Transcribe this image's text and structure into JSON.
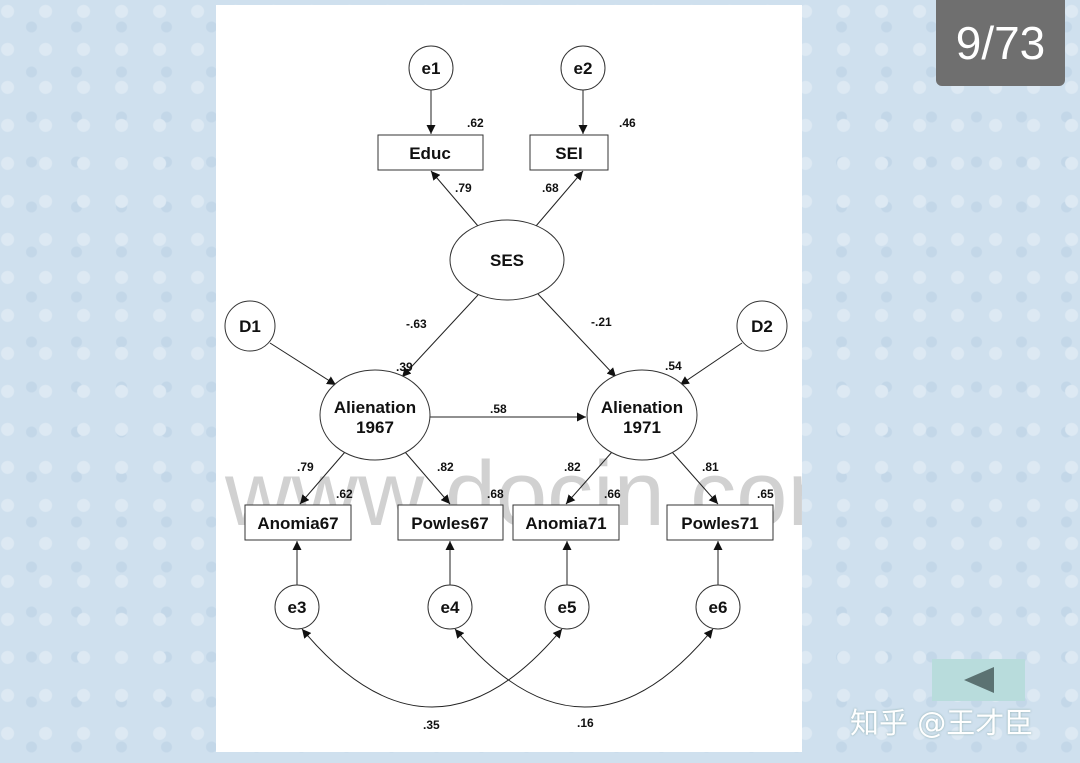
{
  "viewer": {
    "page_counter": "9/73",
    "credit": "知乎 @王才臣",
    "prev_icon": "triangle-left-icon"
  },
  "diagram": {
    "watermark": "www.docin.com",
    "errors": {
      "e1": "e1",
      "e2": "e2",
      "e3": "e3",
      "e4": "e4",
      "e5": "e5",
      "e6": "e6",
      "d1": "D1",
      "d2": "D2"
    },
    "observed": {
      "educ": "Educ",
      "sei": "SEI",
      "anomia67": "Anomia67",
      "powles67": "Powles67",
      "anomia71": "Anomia71",
      "powles71": "Powles71"
    },
    "latent": {
      "ses": "SES",
      "alien67_l1": "Alienation",
      "alien67_l2": "1967",
      "alien71_l1": "Alienation",
      "alien71_l2": "1971"
    },
    "r2": {
      "educ": ".62",
      "sei": ".46",
      "alien67": ".39",
      "alien71": ".54",
      "anomia67": ".62",
      "powles67": ".68",
      "anomia71": ".66",
      "powles71": ".65"
    },
    "paths": {
      "ses_educ": ".79",
      "ses_sei": ".68",
      "ses_alien67": "-.63",
      "ses_alien71": "-.21",
      "alien67_alien71": ".58",
      "alien67_anomia67": ".79",
      "alien67_powles67": ".82",
      "alien71_anomia71": ".82",
      "alien71_powles71": ".81"
    },
    "covariances": {
      "e3_e5": ".35",
      "e4_e6": ".16"
    }
  }
}
